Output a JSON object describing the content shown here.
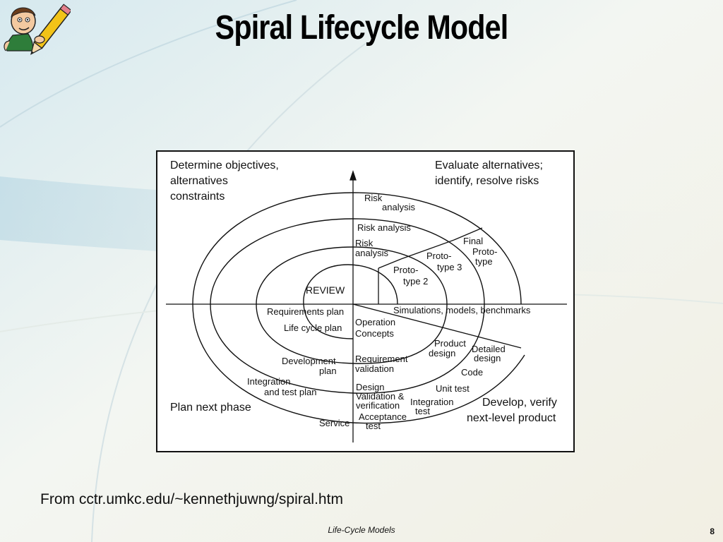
{
  "slide": {
    "title": "Spiral Lifecycle Model",
    "source": "From cctr.umkc.edu/~kennethjuwng/spiral.htm",
    "footer": "Life-Cycle Models",
    "page_number": "8"
  },
  "diagram": {
    "quadrants": {
      "top_left": [
        "Determine objectives,",
        "alternatives",
        "constraints"
      ],
      "top_right": [
        "Evaluate alternatives;",
        "identify, resolve risks"
      ],
      "bottom_left": [
        "Plan next phase"
      ],
      "bottom_right": [
        "Develop, verify",
        "next-level product"
      ]
    },
    "center": "REVIEW",
    "risk": {
      "outer": [
        "Risk",
        "analysis"
      ],
      "middle": "Risk analysis",
      "inner": [
        "Risk",
        "analysis"
      ]
    },
    "prototypes": {
      "p2": [
        "Proto-",
        "type 2"
      ],
      "p3": [
        "Proto-",
        "type 3"
      ],
      "final": [
        "Final",
        "Proto-",
        "type"
      ]
    },
    "axis_row": "Simulations, models, benchmarks",
    "left_plans": {
      "requirements": "Requirements plan",
      "lifecycle": "Life cycle plan",
      "development": [
        "Development",
        "plan"
      ],
      "integration": [
        "Integration",
        "and test plan"
      ],
      "service": "Service"
    },
    "right_steps": {
      "operation": [
        "Operation",
        "Concepts"
      ],
      "requirement": [
        "Requirement",
        "validation"
      ],
      "design_validation": [
        "Design",
        "Validation &",
        "verification"
      ],
      "acceptance": [
        "Acceptance",
        "test"
      ],
      "product_design": [
        "Product",
        "design"
      ],
      "detailed_design": [
        "Detailed",
        "design"
      ],
      "code": "Code",
      "unit_test": "Unit test",
      "integration_test": [
        "Integration",
        "test"
      ]
    }
  }
}
